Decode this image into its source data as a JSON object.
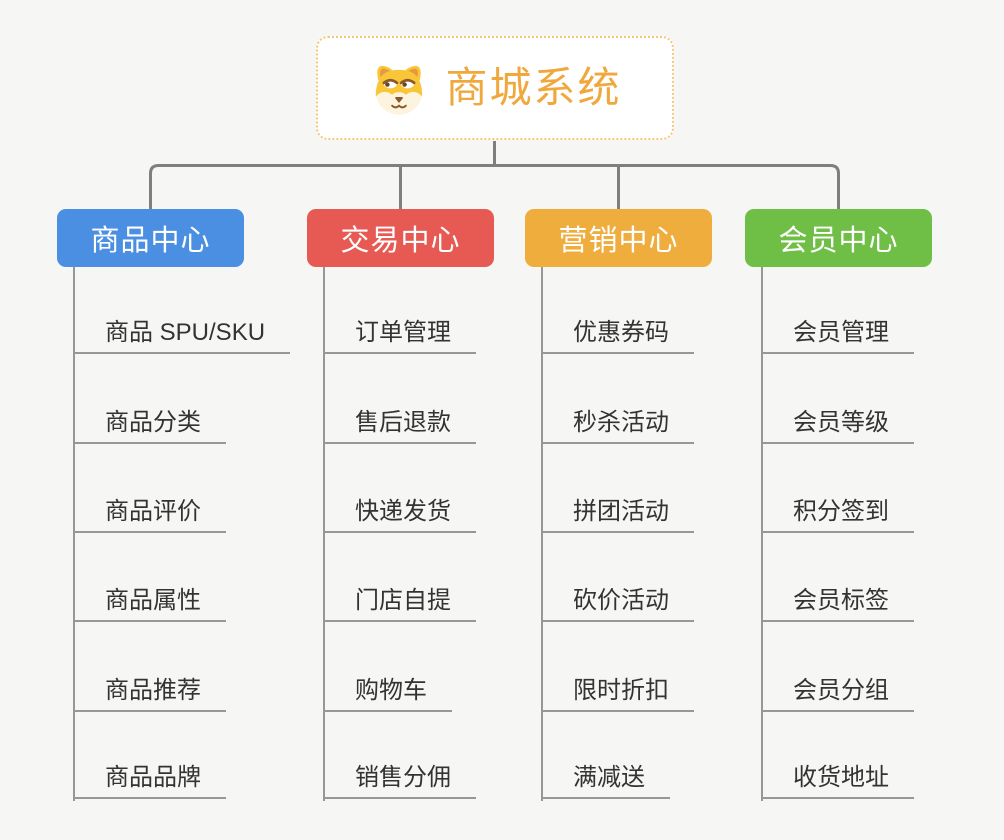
{
  "root": {
    "title": "商城系统",
    "icon": "dog-face-icon"
  },
  "branches": [
    {
      "label": "商品中心",
      "color": "#4A8FE2",
      "children": [
        "商品 SPU/SKU",
        "商品分类",
        "商品评价",
        "商品属性",
        "商品推荐",
        "商品品牌"
      ]
    },
    {
      "label": "交易中心",
      "color": "#E65A53",
      "children": [
        "订单管理",
        "售后退款",
        "快递发货",
        "门店自提",
        "购物车",
        "销售分佣"
      ]
    },
    {
      "label": "营销中心",
      "color": "#EFAD3E",
      "children": [
        "优惠券码",
        "秒杀活动",
        "拼团活动",
        "砍价活动",
        "限时折扣",
        "满减送"
      ]
    },
    {
      "label": "会员中心",
      "color": "#6FBE45",
      "children": [
        "会员管理",
        "会员等级",
        "积分签到",
        "会员标签",
        "会员分组",
        "收货地址"
      ]
    }
  ],
  "colors": {
    "background": "#F6F6F5",
    "root_text": "#F0A73C",
    "root_border": "#F6C77B",
    "connector": "#7F7F7F",
    "leaf_line": "#979797",
    "leaf_text": "#333333",
    "branch_text": "#FFFFFF"
  }
}
